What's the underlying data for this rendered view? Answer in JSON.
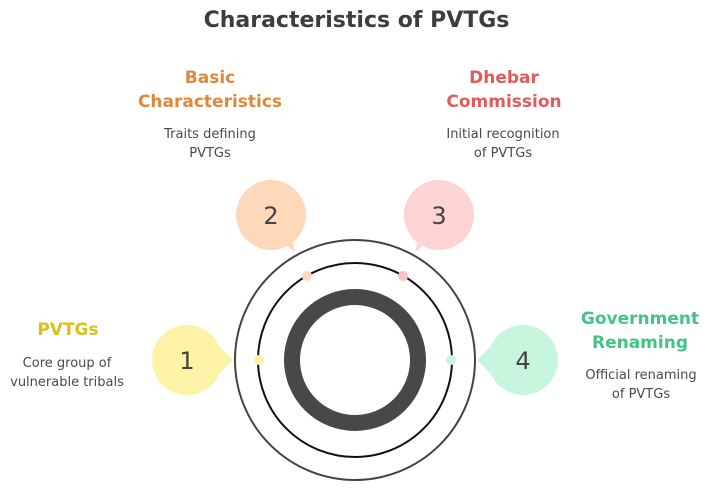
{
  "title": "Characteristics of PVTGs",
  "colors": {
    "ring": "#444444",
    "thick_ring": "#484848",
    "title": "#3d3d3d"
  },
  "steps": [
    {
      "number": "1",
      "heading_lines": [
        "PVTGs"
      ],
      "description_lines": [
        "Core group of",
        "vulnerable tribals"
      ],
      "heading_color": "#d8c21a",
      "bubble_color": "#fdf3a6",
      "dot_color": "#fdf3a6"
    },
    {
      "number": "2",
      "heading_lines": [
        "Basic",
        "Characteristics"
      ],
      "description_lines": [
        "Traits defining",
        "PVTGs"
      ],
      "heading_color": "#e0883a",
      "bubble_color": "#fdd8bb",
      "dot_color": "#fdd8bb"
    },
    {
      "number": "3",
      "heading_lines": [
        "Dhebar",
        "Commission"
      ],
      "description_lines": [
        "Initial recognition",
        "of PVTGs"
      ],
      "heading_color": "#e25a5a",
      "bubble_color": "#fdd3d3",
      "dot_color": "#fbc0c8"
    },
    {
      "number": "4",
      "heading_lines": [
        "Government",
        "Renaming"
      ],
      "description_lines": [
        "Official renaming",
        "of PVTGs"
      ],
      "heading_color": "#43c486",
      "bubble_color": "#c8f5dd",
      "dot_color": "#c8f5dd"
    }
  ]
}
